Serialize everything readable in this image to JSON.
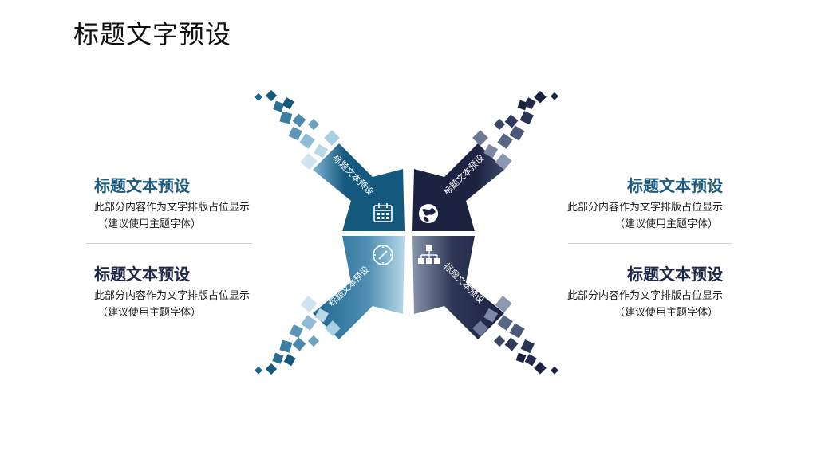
{
  "page": {
    "title": "标题文字预设"
  },
  "left_blocks": [
    {
      "heading": "标题文本预设",
      "desc_line1": "此部分内容作为文字排版占位显示",
      "desc_line2": "（建议使用主题字体）",
      "color": "#1b5c80"
    },
    {
      "heading": "标题文本预设",
      "desc_line1": "此部分内容作为文字排版占位显示",
      "desc_line2": "（建议使用主题字体）",
      "color": "#1e2848"
    }
  ],
  "right_blocks": [
    {
      "heading": "标题文本预设",
      "desc_line1": "此部分内容作为文字排版占位显示",
      "desc_line2": "（建议使用主题字体）",
      "color": "#1b5c80"
    },
    {
      "heading": "标题文本预设",
      "desc_line1": "此部分内容作为文字排版占位显示",
      "desc_line2": "（建议使用主题字体）",
      "color": "#1e2848"
    }
  ],
  "diagram": {
    "arrows": [
      {
        "label": "标题文本预设",
        "icon": "calendar-icon"
      },
      {
        "label": "标题文本预设",
        "icon": "globe-icon"
      },
      {
        "label": "标题文本预设",
        "icon": "compass-icon"
      },
      {
        "label": "标题文本预设",
        "icon": "org-chart-icon"
      }
    ],
    "colors": {
      "blue_dark": "#15587e",
      "blue_light": "#9fcbe0",
      "navy_dark": "#1c2340",
      "navy_light": "#5c6d8c"
    }
  }
}
